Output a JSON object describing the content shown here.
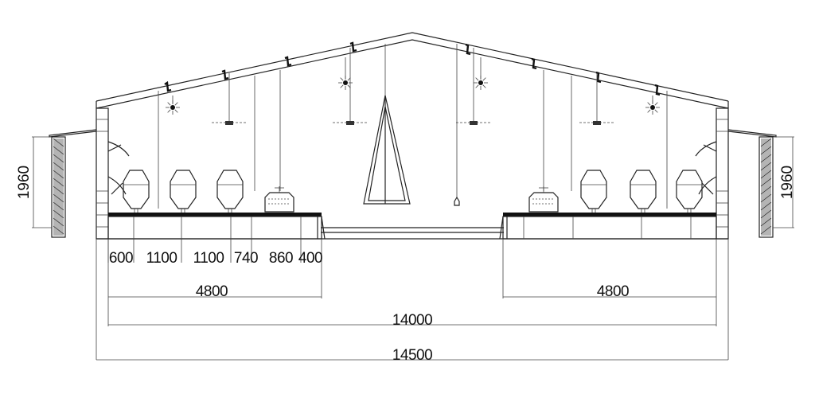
{
  "drawing": {
    "colors": {
      "line": "#222222",
      "background": "#ffffff"
    },
    "height_left": "1960",
    "height_right": "1960",
    "segments_left": [
      "600",
      "1100",
      "1100",
      "740",
      "860",
      "400"
    ],
    "pen_width_left": "4800",
    "pen_width_right": "4800",
    "inner_width": "14000",
    "overall_width": "14500",
    "icons": [
      "feeder-silo-icon",
      "heater-icon",
      "light-bulb-icon",
      "fan-icon",
      "cooling-pad-icon"
    ]
  }
}
